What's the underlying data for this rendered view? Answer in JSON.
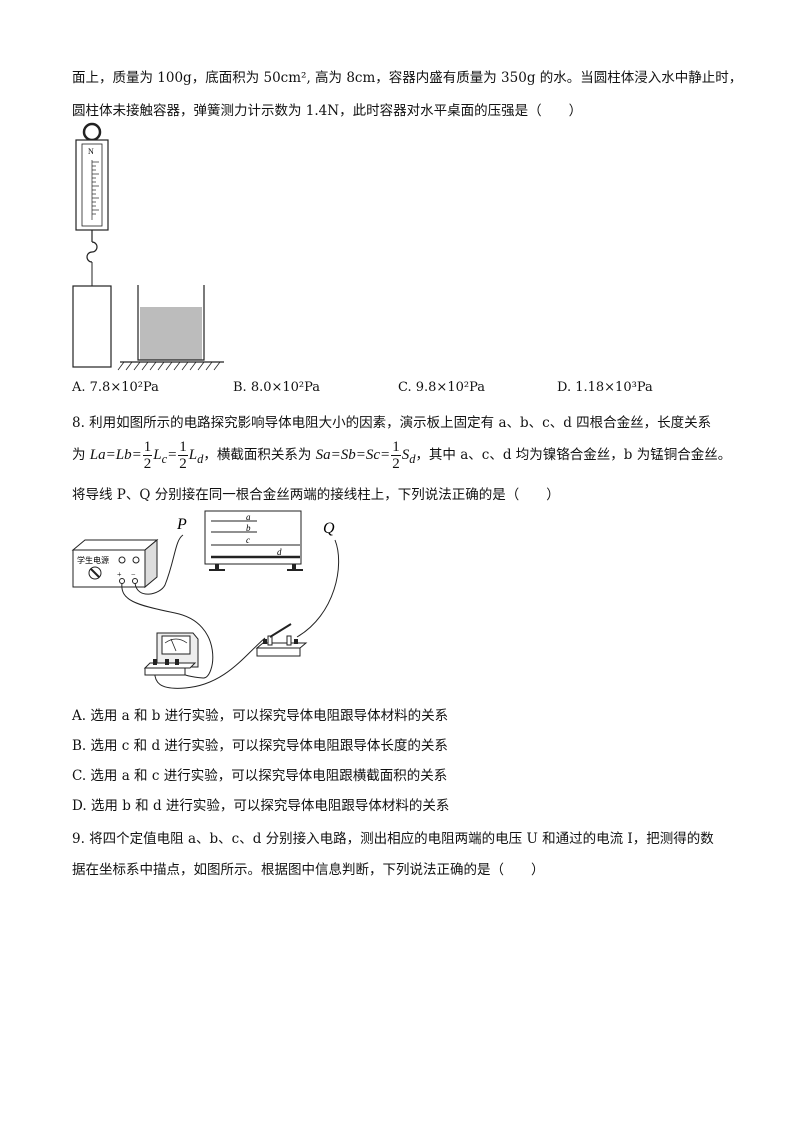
{
  "q7": {
    "line1": "面上，质量为 100g，底面积为 50cm², 高为 8cm，容器内盛有质量为 350g 的水。当圆柱体浸入水中静止时，",
    "line2": "圆柱体未接触容器，弹簧测力计示数为 1.4N，此时容器对水平桌面的压强是（　　）",
    "figure": {
      "scale_unit": "N"
    },
    "options": [
      "A.  7.8×10²Pa",
      "B.  8.0×10²Pa",
      "C.  9.8×10²Pa",
      "D.  1.18×10³Pa"
    ]
  },
  "q8": {
    "line1": "8. 利用如图所示的电路探究影响导体电阻大小的因素，演示板上固定有 a、b、c、d 四根合金丝，长度关系",
    "line2_a": "为 ",
    "len_rel_1": "L",
    "len_rel_text": "La=Lb=",
    "frac_num": "1",
    "frac_den": "2",
    "line2_mid": "，横截面积关系为 ",
    "area_rel_text": "Sa=Sb=Sc=",
    "line2_end": "，其中 a、c、d 均为镍铬合金丝，b 为锰铜合金丝。",
    "line3": "将导线 P、Q 分别接在同一根合金丝两端的接线柱上，下列说法正确的是（　　）",
    "figure": {
      "power_label": "学生电源",
      "plus": "+",
      "minus": "−",
      "wire_p": "P",
      "wire_q": "Q",
      "wires": [
        "a",
        "b",
        "c",
        "d"
      ]
    },
    "options": [
      "A. 选用 a 和 b 进行实验，可以探究导体电阻跟导体材料的关系",
      "B. 选用 c 和 d 进行实验，可以探究导体电阻跟导体长度的关系",
      "C. 选用 a 和 c 进行实验，可以探究导体电阻跟横截面积的关系",
      "D. 选用 b 和 d 进行实验，可以探究导体电阻跟导体材料的关系"
    ]
  },
  "q9": {
    "line1": "9. 将四个定值电阻 a、b、c、d 分别接入电路，测出相应的电阻两端的电压 U 和通过的电流 I，把测得的数",
    "line2": "据在坐标系中描点，如图所示。根据图中信息判断，下列说法正确的是（　　）"
  }
}
